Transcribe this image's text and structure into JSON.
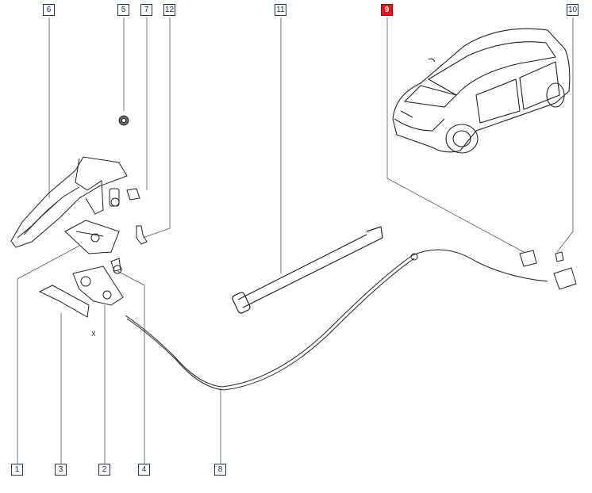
{
  "callouts": {
    "c6": "6",
    "c5": "5",
    "c7": "7",
    "c12": "12",
    "c11": "11",
    "c9": "9",
    "c10": "10",
    "c1": "1",
    "c3": "3",
    "c2": "2",
    "c4": "4",
    "c8": "8"
  },
  "active_callout": "9",
  "axis_label": "X",
  "colors": {
    "line": "#1a1a1a",
    "callout_border": "#1a3a6a",
    "active": "#e8141c"
  }
}
